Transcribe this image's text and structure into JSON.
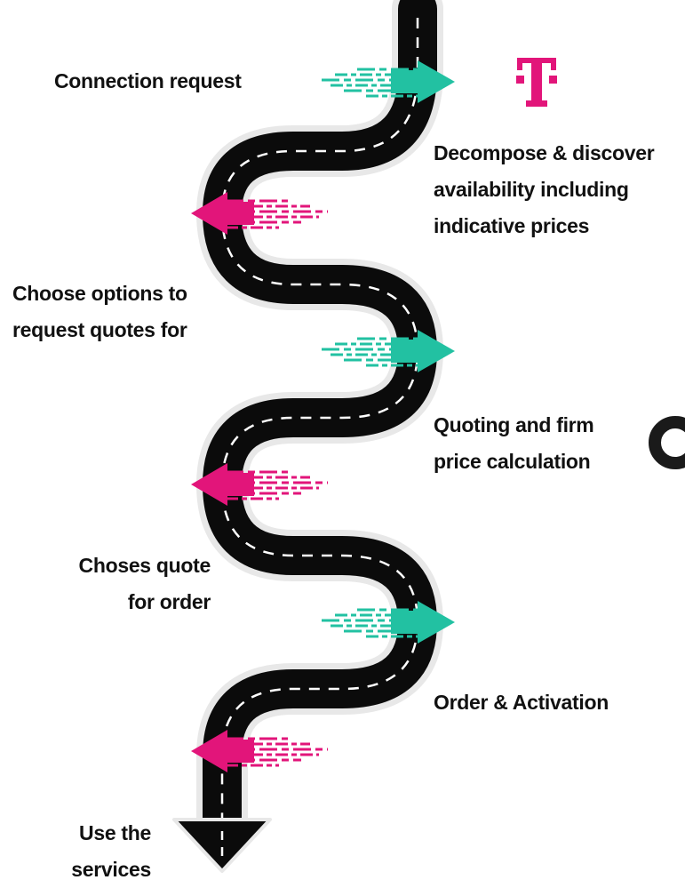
{
  "colors": {
    "road": "#0b0b0b",
    "road_edge": "#e8e8e8",
    "lane": "#ffffff",
    "teal": "#22c1a2",
    "magenta": "#e2157a",
    "text": "#111111"
  },
  "brand": {
    "logo_letter": "T"
  },
  "steps": [
    {
      "id": "connection-request",
      "lines": [
        "Connection request"
      ],
      "side": "left",
      "arrow": "teal"
    },
    {
      "id": "decompose",
      "lines": [
        "Decompose & discover",
        "availability including",
        "indicative prices"
      ],
      "side": "right",
      "arrow": "magenta"
    },
    {
      "id": "choose-options",
      "lines": [
        "Choose options to",
        "request quotes for"
      ],
      "side": "left",
      "arrow": "teal"
    },
    {
      "id": "quoting",
      "lines": [
        "Quoting and firm",
        "price calculation"
      ],
      "side": "right",
      "arrow": "magenta"
    },
    {
      "id": "choses-quote",
      "lines": [
        "Choses quote",
        "for order"
      ],
      "side": "left",
      "arrow": "teal"
    },
    {
      "id": "order-activation",
      "lines": [
        "Order & Activation"
      ],
      "side": "right",
      "arrow": "magenta"
    },
    {
      "id": "use-services",
      "lines": [
        "Use the",
        "services"
      ],
      "side": "left",
      "arrow": "down"
    }
  ]
}
